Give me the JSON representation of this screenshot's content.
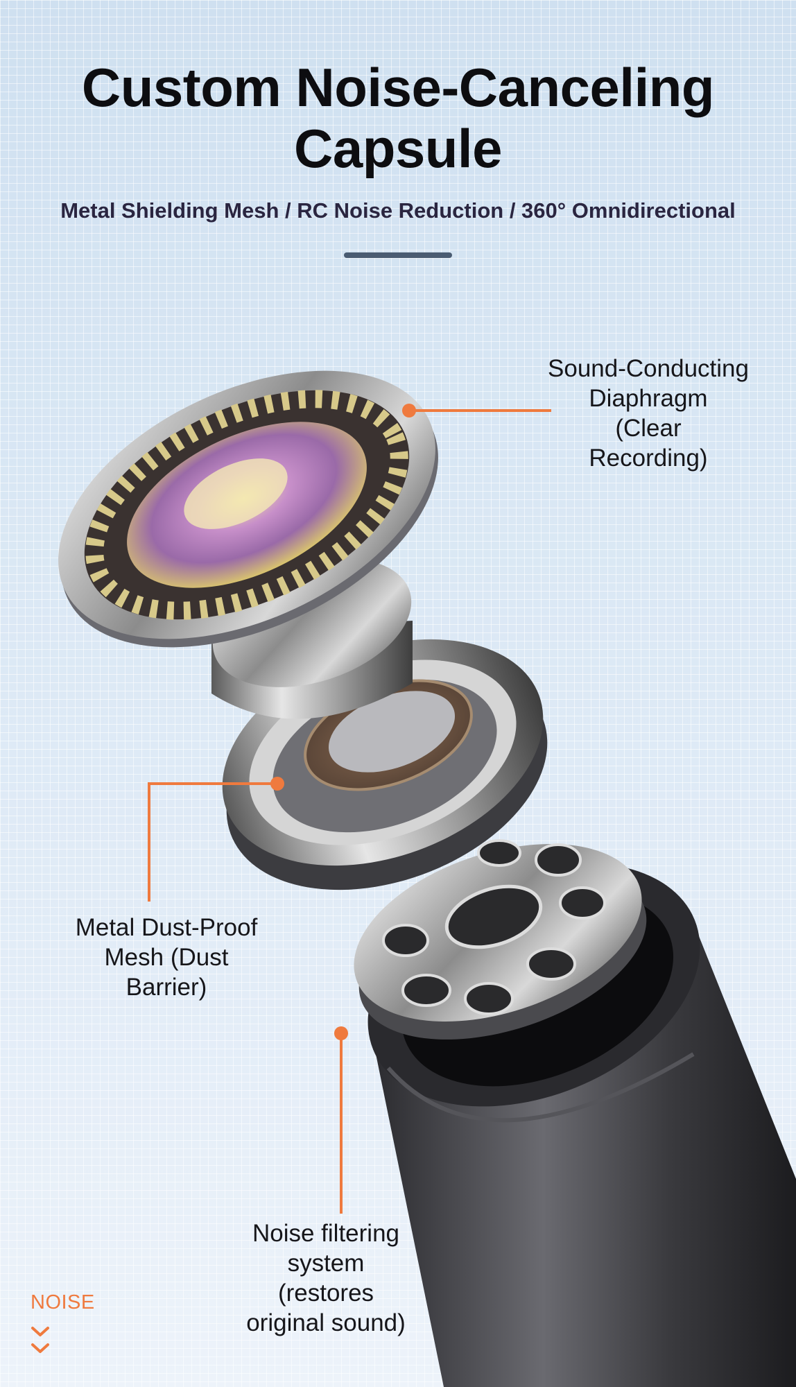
{
  "header": {
    "title_line1": "Custom Noise-Canceling",
    "title_line2": "Capsule",
    "subtitle": "Metal Shielding Mesh / RC Noise Reduction / 360° Omnidirectional"
  },
  "callouts": {
    "diaphragm": [
      "Sound-Conducting",
      "Diaphragm",
      "(Clear",
      "Recording)"
    ],
    "mesh": [
      "Metal Dust-Proof",
      "Mesh (Dust",
      "Barrier)"
    ],
    "filter": [
      "Noise filtering",
      "system",
      "(restores",
      "original sound)"
    ]
  },
  "footer": {
    "tag": "NOISE"
  },
  "colors": {
    "accent": "#ef7a3e",
    "rule": "#4a5c72",
    "text": "#16161a"
  },
  "icons": [
    "chevron-down-icon",
    "chevron-down-icon"
  ]
}
